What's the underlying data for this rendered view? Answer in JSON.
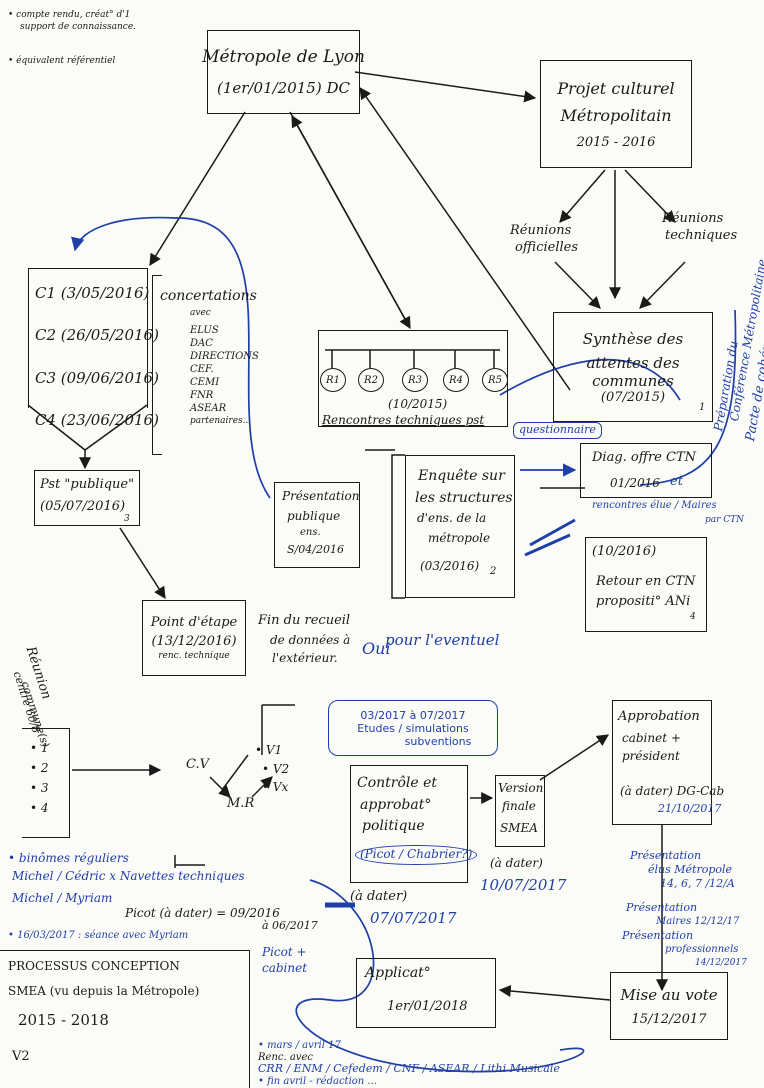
{
  "notes": {
    "line1": "• compte rendu, créat° d'1",
    "line2": "support de connaissance.",
    "line3": "• équivalent référentiel"
  },
  "metropole": {
    "line1": "Métropole de Lyon",
    "line2": "(1er/01/2015) DC"
  },
  "projet": {
    "line1": "Projet culturel",
    "line2": "Métropolitain",
    "line3": "2015 - 2016"
  },
  "reunions_officielles": {
    "line1": "Réunions",
    "line2": "officielles"
  },
  "reunions_techniques": {
    "line1": "Réunions",
    "line2": "techniques"
  },
  "synthese": {
    "line1": "Synthèse des",
    "line2": "attentes des",
    "line3": "communes",
    "line4": "(07/2015)",
    "num": "1"
  },
  "right_vertical": {
    "a": "Préparation du",
    "b": "Conférence Métropolitaine",
    "c": "Pacte de cohérence"
  },
  "concertations": {
    "c1": "C1 (3/05/2016)",
    "c2": "C2 (26/05/2016)",
    "c3": "C3 (09/06/2016)",
    "c4": "C4 (23/06/2016)"
  },
  "concert_list": [
    "concertations",
    "avec",
    "ELUS",
    "DAC",
    "DIRECTIONS",
    "CEF.",
    "CEMI",
    "FNR",
    "ASEAR",
    "partenaires..."
  ],
  "rencontres": {
    "r1": "R1",
    "r2": "R2",
    "r3": "R3",
    "r4": "R4",
    "r5": "R5",
    "date": "(10/2015)",
    "label": "Rencontres techniques pst"
  },
  "questionnaire": "questionnaire",
  "enquete": {
    "line1": "Enquête sur",
    "line2": "les structures",
    "line3": "d'ens. de la",
    "line4": "métropole",
    "line5": "(03/2016)",
    "num": "2"
  },
  "diag": {
    "line1": "Diag. offre CTN",
    "line2": "01/2016",
    "et": "et",
    "note1": "rencontres élue / Maires",
    "note2": "par CTN"
  },
  "retour": {
    "date": "(10/2016)",
    "line1": "Retour en CTN",
    "line2": "propositi° ANi",
    "num": "4"
  },
  "pst_publique": {
    "line1": "Pst \"publique\"",
    "line2": "(05/07/2016)",
    "num": "3"
  },
  "presentation": {
    "line1": "Présentation",
    "line2": "publique",
    "line3": "ens.",
    "line4": "S/04/2016"
  },
  "point_etape": {
    "line1": "Point d'étape",
    "line2": "(13/12/2016)",
    "line3": "renc. technique"
  },
  "fin_recueil": {
    "line1": "Fin du recueil",
    "line2": "de données à",
    "line3": "l'extérieur.",
    "oui": "Oui",
    "blue": "pour l'eventuel"
  },
  "reunion_vertical": {
    "a": "Réunion",
    "b": "commune(s)",
    "c": "centre 60/8"
  },
  "list_numbers": [
    "• 1",
    "• 2",
    "• 3",
    "• 4"
  ],
  "cv_diagram": {
    "cv": "C.V",
    "mr": "M.R",
    "v1": "• V1",
    "v2": "• V2",
    "vx": "• Vx"
  },
  "etudes": {
    "line1": "03/2017 à 07/2017",
    "line2": "Etudes / simulations",
    "line3": "subventions"
  },
  "controle": {
    "line1": "Contrôle et",
    "line2": "approbat°",
    "line3": "politique",
    "line4": "(Picot / Chabrier?)",
    "date1": "(à dater)",
    "date2": "07/07/2017"
  },
  "version": {
    "line1": "Version",
    "line2": "finale",
    "line3": "SMEA",
    "date1": "(à dater)",
    "date2": "10/07/2017"
  },
  "approbation": {
    "line1": "Approbation",
    "line2": "cabinet +",
    "line3": "président",
    "date1": "(à dater) DG-Cab",
    "date2": "21/10/2017"
  },
  "presentations_right": {
    "l1": "Présentation",
    "l2": "élus Métropole",
    "l3": "14, 6, 7 /12/A",
    "l4": "Présentation",
    "l5": "Maires 12/12/17",
    "l6": "Présentation",
    "l7": "professionnels",
    "l8": "14/12/2017"
  },
  "binomes": {
    "l1": "• binômes réguliers",
    "l2": "Michel / Cédric  x Navettes techniques",
    "l3": "Michel / Myriam",
    "l4": "Picot (à dater) = 09/2016",
    "l5": "à 06/2017",
    "l6": "• 16/03/2017 : séance avec Myriam",
    "l7": "Picot +",
    "l8": "cabinet"
  },
  "processus": {
    "line1": "PROCESSUS  CONCEPTION",
    "line2": "SMEA (vu depuis la Métropole)",
    "line3": "2015 - 2018",
    "v": "V2"
  },
  "applicat": {
    "line1": "Applicat°",
    "line2": "1er/01/2018"
  },
  "mise": {
    "line1": "Mise au vote",
    "line2": "15/12/2017"
  },
  "bottom_notes": {
    "l1": "• mars / avril 17",
    "l2": "Renc. avec",
    "l3": "CRR / ENM / Cefedem / CNF / ASEAR / Lithi Musicale",
    "l4": "• fin avril - rédaction ..."
  }
}
